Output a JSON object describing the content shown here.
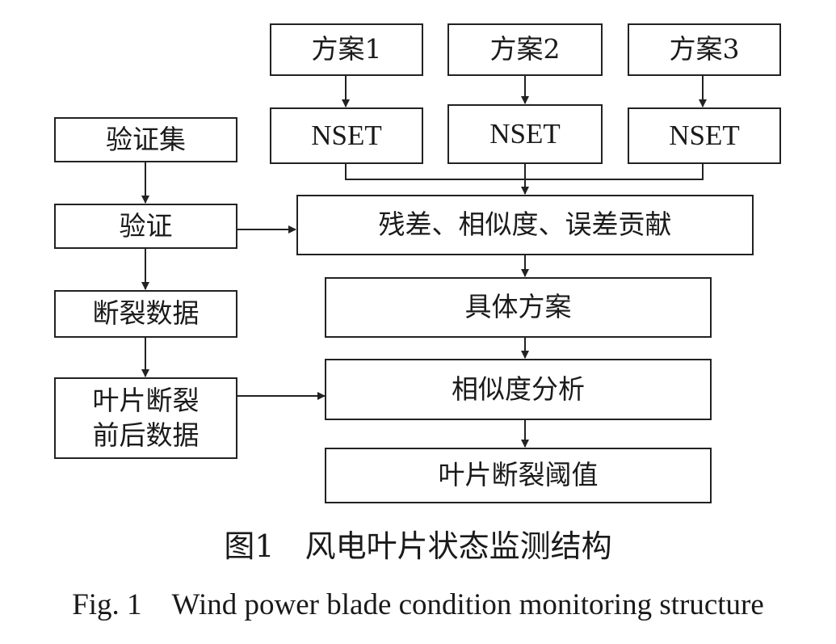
{
  "diagram": {
    "plans": [
      "方案1",
      "方案2",
      "方案3"
    ],
    "model_label": "NSET",
    "validation_set": "验证集",
    "validation": "验证",
    "fracture_data": "断裂数据",
    "blade_data": "叶片断裂\n前后数据",
    "residual": "残差、相似度、误差贡献",
    "specific_plan": "具体方案",
    "similarity_analysis": "相似度分析",
    "threshold": "叶片断裂阈值"
  },
  "caption": {
    "cn": "图1　风电叶片状态监测结构",
    "en": "Fig. 1　Wind power blade condition monitoring structure"
  },
  "colors": {
    "stroke": "#222222",
    "text": "#1a1a1a",
    "background": "#ffffff"
  }
}
